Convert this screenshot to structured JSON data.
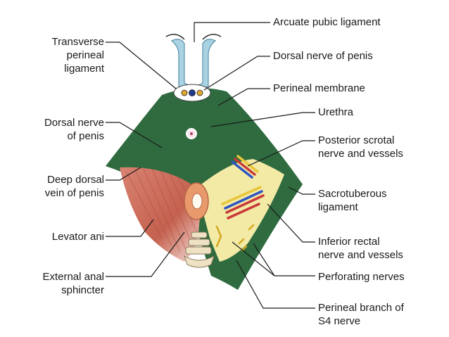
{
  "labels": {
    "transverse_perineal_ligament": "Transverse\nperineal\nligament",
    "dorsal_nerve_of_penis_left": "Dorsal nerve\nof penis",
    "deep_dorsal_vein_of_penis": "Deep dorsal\nvein of penis",
    "levator_ani": "Levator ani",
    "external_anal_sphincter": "External anal\nsphincter",
    "arcuate_pubic_ligament": "Arcuate pubic ligament",
    "dorsal_nerve_of_penis_right": "Dorsal nerve of penis",
    "perineal_membrane": "Perineal membrane",
    "urethra": "Urethra",
    "posterior_scrotal_nerve_and_vessels": "Posterior scrotal\nnerve and vessels",
    "sacrotuberous_ligament": "Sacrotuberous\nligament",
    "inferior_rectal_nerve_and_vessels": "Inferior rectal\nnerve and vessels",
    "perforating_nerves": "Perforating nerves",
    "perineal_branch_of_s4_nerve": "Perineal branch of\nS4 nerve"
  },
  "colors": {
    "perineal_membrane_green": "#2f6b3f",
    "ligament_blue": "#a9d3e3",
    "ischiorectal_fat_yellow": "#f3eaa6",
    "levator_muscle_red": "#c8675a",
    "sphincter_cream": "#efe2c4",
    "line": "#1a1a1a"
  }
}
